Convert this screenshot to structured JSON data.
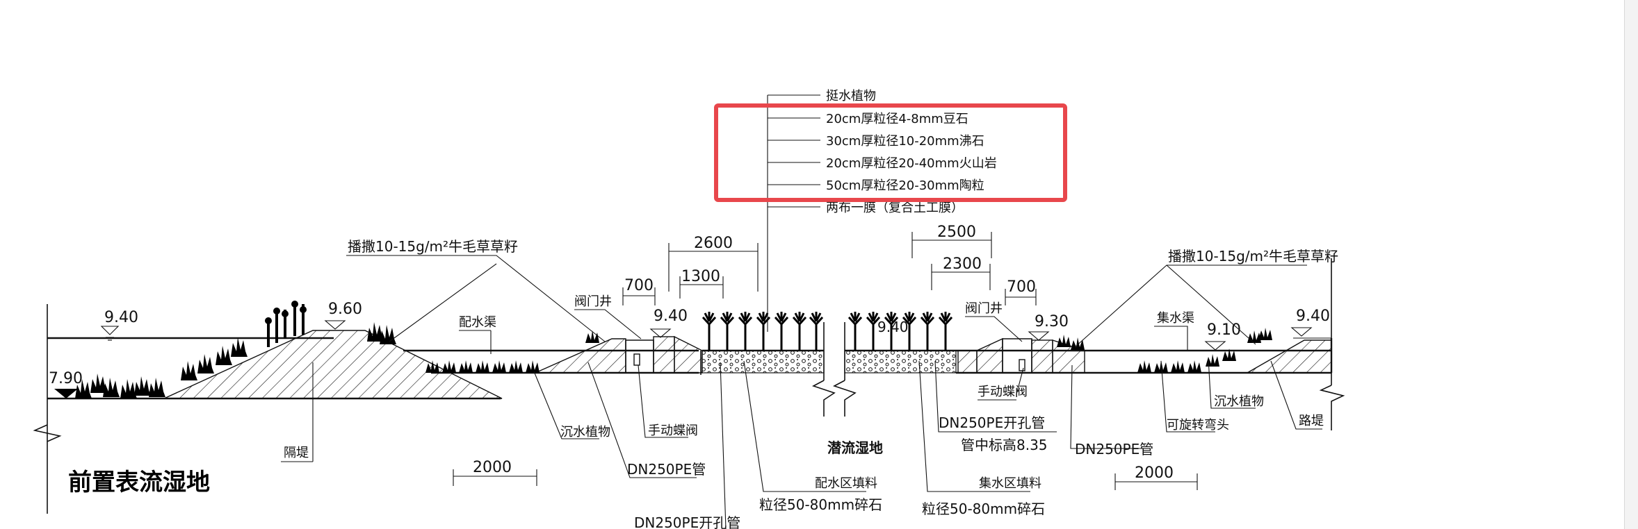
{
  "section_title": "前置表流湿地",
  "sub_title": "潜流湿地",
  "layer_labels": [
    "挺水植物",
    "20cm厚粒径4-8mm豆石",
    "30cm厚粒径10-20mm沸石",
    "20cm厚粒径20-40mm火山岩",
    "50cm厚粒径20-30mm陶粒",
    "两布一膜（复合土工膜）"
  ],
  "seeding_left": "播撒10-15g/m²牛毛草草籽",
  "seeding_right": "播撒10-15g/m²牛毛草草籽",
  "elevations": {
    "left_water": "9.40",
    "left_low": "7.90",
    "left_dike": "9.60",
    "valve_left": "9.40",
    "center": "9.40",
    "valve_right": "9.30",
    "collect": "9.10",
    "right_road": "9.40"
  },
  "dimensions": {
    "d2600": "2600",
    "d1300": "1300",
    "d700_left": "700",
    "d2500": "2500",
    "d2300": "2300",
    "d700_right": "700",
    "d2000_left": "2000",
    "d2000_right": "2000"
  },
  "labels": {
    "distribution_channel": "配水渠",
    "valve_well_left": "阀门井",
    "valve_well_right": "阀门井",
    "collection_channel": "集水渠",
    "dike": "隔堤",
    "submerged_plants_left": "沉水植物",
    "manual_valve_left": "手动蝶阀",
    "pipe_dn250_left": "DN250PE管",
    "perforated_pipe_left": "DN250PE开孔管",
    "distribution_fill": "配水区填料",
    "distribution_fill_size": "粒径50-80mm碎石",
    "collection_fill": "集水区填料",
    "collection_fill_size": "粒径50-80mm碎石",
    "manual_valve_right": "手动蝶阀",
    "perforated_pipe_right": "DN250PE开孔管",
    "pipe_center_elev": "管中标高8.35",
    "pipe_dn250_right": "DN250PE管",
    "rotatable_elbow": "可旋转弯头",
    "submerged_plants_right": "沉水植物",
    "road_dike": "路堤"
  },
  "colors": {
    "line": "#111111",
    "highlight": "#e8474c",
    "background": "#ffffff"
  }
}
